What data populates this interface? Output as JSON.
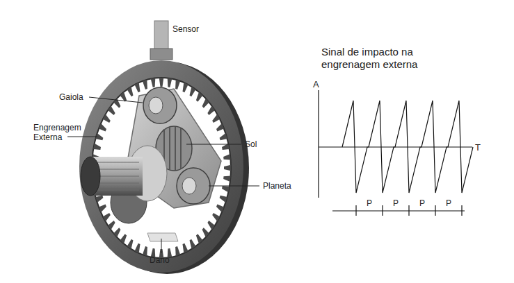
{
  "diagram": {
    "labels": [
      "Sensor",
      "Gaiola",
      "Engrenagem Externa",
      "Sol",
      "Planeta",
      "Dano",
      "Sinal de impacto na engrenagem externa",
      "A",
      "T",
      "P",
      "P",
      "P",
      "P"
    ]
  }
}
